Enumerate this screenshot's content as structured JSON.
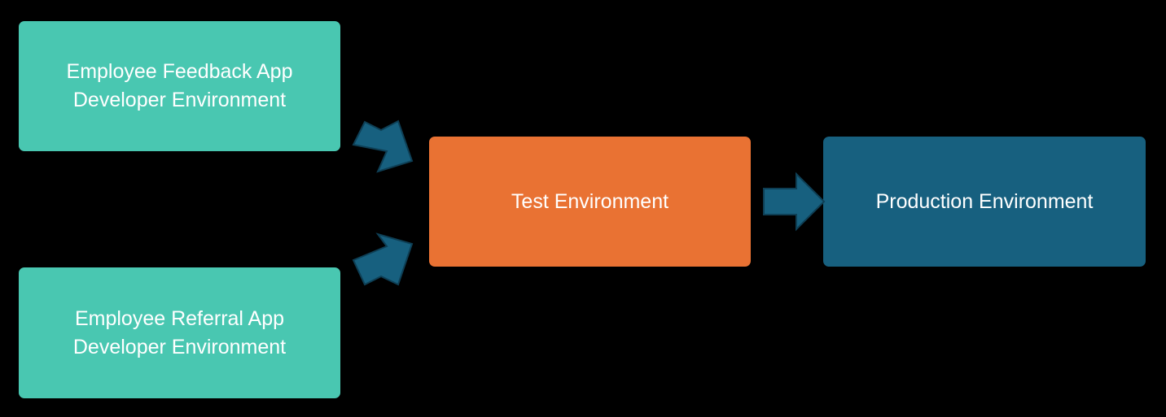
{
  "colors": {
    "background": "#000000",
    "developer_box": "#49C7B1",
    "test_box": "#E97233",
    "production_box": "#17607F",
    "arrow_fill": "#17607F",
    "arrow_stroke": "#0E3F55",
    "text": "#FFFFFF"
  },
  "nodes": {
    "feedback_dev": {
      "line1": "Employee Feedback App",
      "line2": "Developer Environment"
    },
    "referral_dev": {
      "line1": "Employee Referral App",
      "line2": "Developer Environment"
    },
    "test": {
      "label": "Test Environment"
    },
    "production": {
      "label": "Production Environment"
    }
  },
  "arrows": [
    {
      "from": "feedback_dev",
      "to": "test",
      "icon": "block-arrow-down-right"
    },
    {
      "from": "referral_dev",
      "to": "test",
      "icon": "block-arrow-up-right"
    },
    {
      "from": "test",
      "to": "production",
      "icon": "block-arrow-right"
    }
  ]
}
